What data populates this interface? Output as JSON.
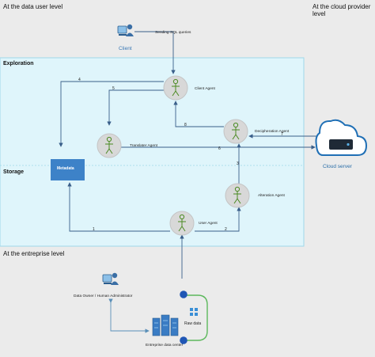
{
  "levels": {
    "data_user": "At the data user level",
    "cloud_provider": "At the cloud provider level",
    "enterprise": "At the entreprise level"
  },
  "zones": {
    "exploration": "Exploration",
    "storage": "Storage"
  },
  "nodes": {
    "client": "Client",
    "sending_sql": "Sending SQL queries",
    "client_agent": "Client Agent",
    "translator_agent": "Translater Agent",
    "decipheration_agent": "Decipheration Agent",
    "alteration_agent": "Alteration Agent",
    "user_agent": "User Agent",
    "metadata": "Metadata",
    "cloud_server": "Cloud server",
    "data_owner": "Data Owner / Human Administrator",
    "raw_data": "Raw data",
    "data_center": "Entreprise data center"
  },
  "edge_labels": [
    "1",
    "2",
    "3",
    "4",
    "5",
    "6",
    "7",
    "8"
  ],
  "colors": {
    "background": "#ebebeb",
    "zone_fill": "#dff5fb",
    "zone_border": "#9fd8ea",
    "metadata_fill": "#3d82c8",
    "cloud_blue": "#1f6fb5",
    "agent_circle": "#d8d8d8",
    "agent_stroke": "#4a8a22",
    "green_link": "#5cb85c"
  }
}
